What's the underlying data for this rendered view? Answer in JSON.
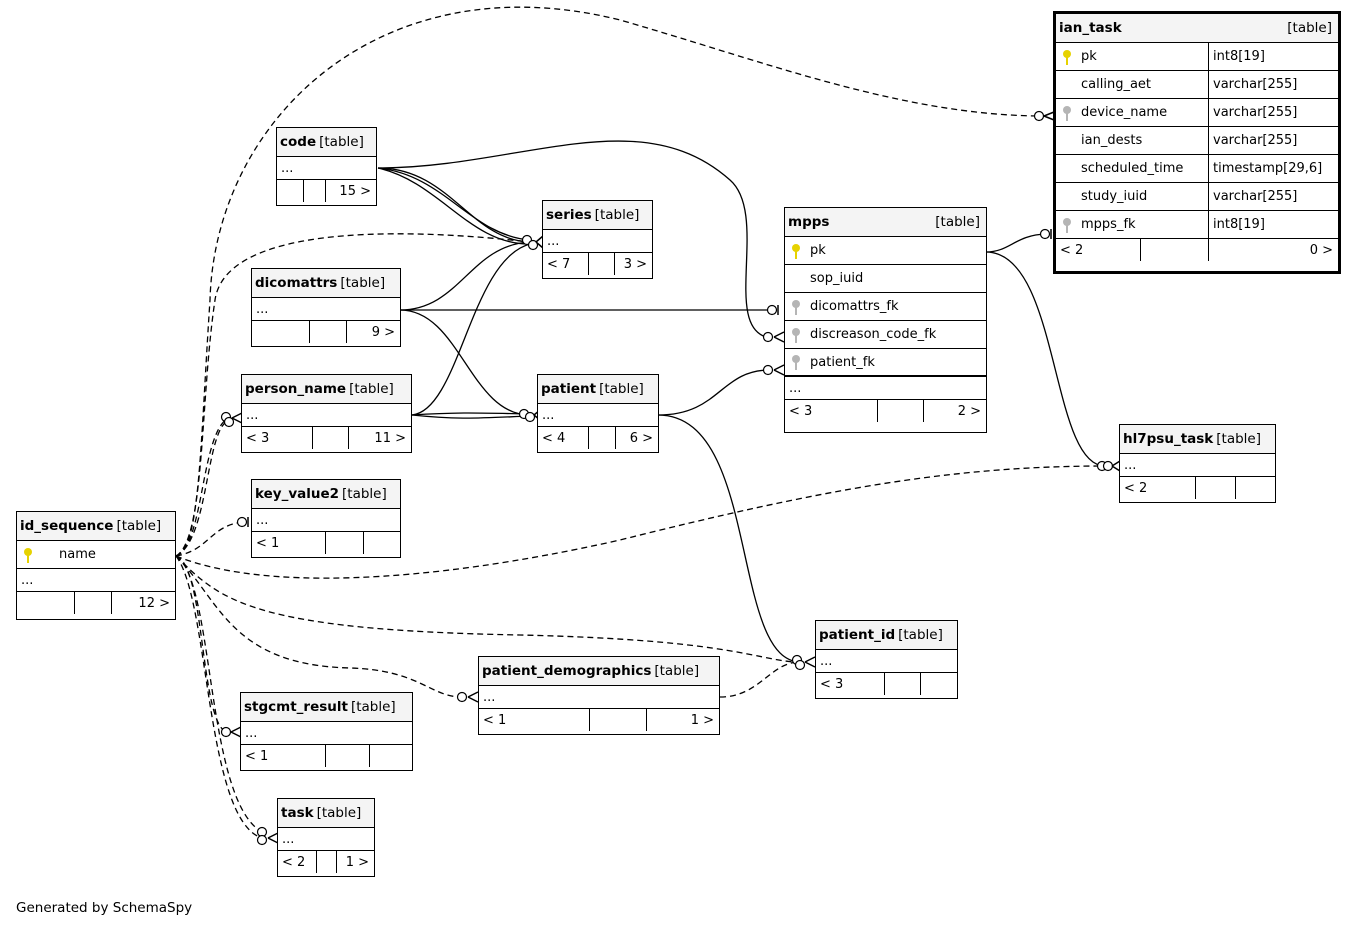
{
  "footer": "Generated by SchemaSpy",
  "colors": {
    "pk_key": "#e6d200",
    "fk_key": "#b5b5b5",
    "header_bg": "#f4f4f4"
  },
  "tables": {
    "ian_task": {
      "name": "ian_task",
      "type": "[table]",
      "columns": [
        {
          "name": "pk",
          "type": "int8[19]",
          "key": "pk"
        },
        {
          "name": "calling_aet",
          "type": "varchar[255]",
          "key": ""
        },
        {
          "name": "device_name",
          "type": "varchar[255]",
          "key": "fk"
        },
        {
          "name": "ian_dests",
          "type": "varchar[255]",
          "key": ""
        },
        {
          "name": "scheduled_time",
          "type": "timestamp[29,6]",
          "key": ""
        },
        {
          "name": "study_iuid",
          "type": "varchar[255]",
          "key": ""
        },
        {
          "name": "mpps_fk",
          "type": "int8[19]",
          "key": "fk"
        }
      ],
      "parents": "< 2",
      "mid": "",
      "children": "0 >"
    },
    "code": {
      "name": "code",
      "type": "[table]",
      "ellipsis": "...",
      "parents": "",
      "mid": "",
      "children": "15 >"
    },
    "series": {
      "name": "series",
      "type": "[table]",
      "ellipsis": "...",
      "parents": "< 7",
      "mid": "",
      "children": "3 >"
    },
    "mpps": {
      "name": "mpps",
      "type": "[table]",
      "columns": [
        {
          "name": "pk",
          "key": "pk"
        },
        {
          "name": "sop_iuid",
          "key": ""
        },
        {
          "name": "dicomattrs_fk",
          "key": "fk"
        },
        {
          "name": "discreason_code_fk",
          "key": "fk"
        },
        {
          "name": "patient_fk",
          "key": "fk"
        }
      ],
      "ellipsis": "...",
      "parents": "< 3",
      "mid": "",
      "children": "2 >"
    },
    "dicomattrs": {
      "name": "dicomattrs",
      "type": "[table]",
      "ellipsis": "...",
      "parents": "",
      "mid": "",
      "children": "9 >"
    },
    "person_name": {
      "name": "person_name",
      "type": "[table]",
      "ellipsis": "...",
      "parents": "< 3",
      "mid": "",
      "children": "11 >"
    },
    "patient": {
      "name": "patient",
      "type": "[table]",
      "ellipsis": "...",
      "parents": "< 4",
      "mid": "",
      "children": "6 >"
    },
    "hl7psu_task": {
      "name": "hl7psu_task",
      "type": "[table]",
      "ellipsis": "...",
      "parents": "< 2",
      "mid": "",
      "children": ""
    },
    "key_value2": {
      "name": "key_value2",
      "type": "[table]",
      "ellipsis": "...",
      "parents": "< 1",
      "mid": "",
      "children": ""
    },
    "id_sequence": {
      "name": "id_sequence",
      "type": "[table]",
      "columns": [
        {
          "name": "name",
          "key": "pk"
        }
      ],
      "ellipsis": "...",
      "parents": "",
      "mid": "",
      "children": "12 >"
    },
    "patient_id": {
      "name": "patient_id",
      "type": "[table]",
      "ellipsis": "...",
      "parents": "< 3",
      "mid": "",
      "children": ""
    },
    "patient_demographics": {
      "name": "patient_demographics",
      "type": "[table]",
      "ellipsis": "...",
      "parents": "< 1",
      "mid": "",
      "children": "1 >"
    },
    "stgcmt_result": {
      "name": "stgcmt_result",
      "type": "[table]",
      "ellipsis": "...",
      "parents": "< 1",
      "mid": "",
      "children": ""
    },
    "task": {
      "name": "task",
      "type": "[table]",
      "ellipsis": "...",
      "parents": "< 2",
      "mid": "",
      "children": "1 >"
    }
  }
}
